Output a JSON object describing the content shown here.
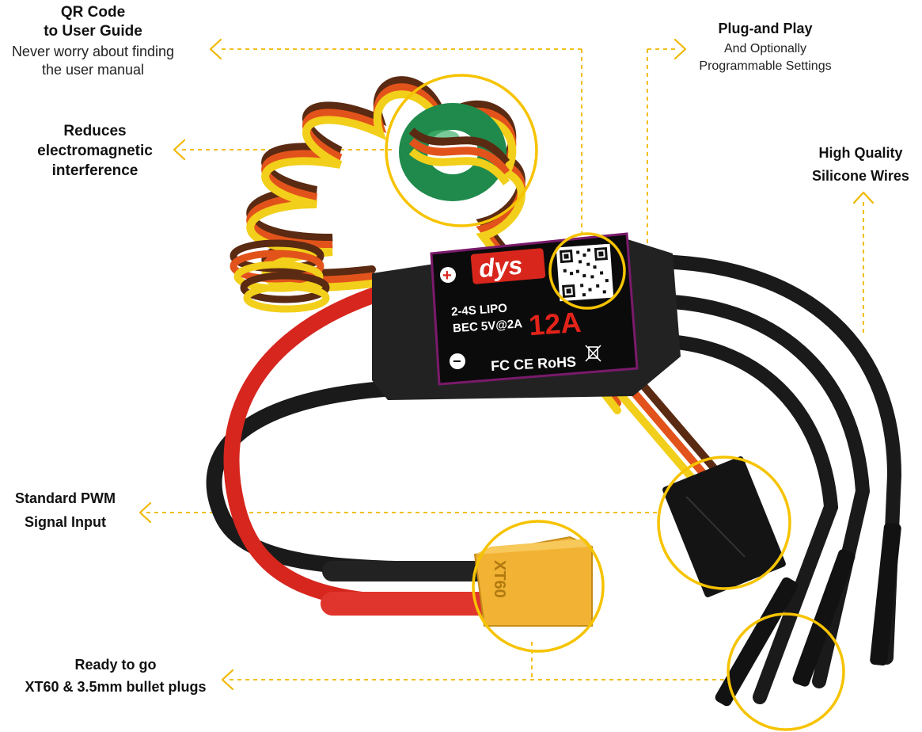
{
  "accent_color": "#f6c300",
  "callouts": {
    "qr_code": {
      "title_line1": "QR  Code",
      "title_line2": "to User Guide",
      "body_line1": "Never worry about finding",
      "body_line2": "the user manual"
    },
    "plug_and_play": {
      "title": "Plug-and Play",
      "body_line1": "And Optionally",
      "body_line2": "Programmable Settings"
    },
    "emi": {
      "line1": "Reduces",
      "line2": "electromagnetic",
      "line3": "interference"
    },
    "silicone": {
      "line1": "High Quality",
      "line2": "Silicone Wires"
    },
    "pwm": {
      "line1": "Standard PWM",
      "line2": "Signal Input"
    },
    "ready": {
      "line1": "Ready to go",
      "line2": "XT60 & 3.5mm bullet plugs"
    }
  },
  "esc_sticker": {
    "brand": "dys",
    "battery": "2-4S LIPO",
    "bec": "BEC 5V@2A",
    "current": "12A",
    "certifications": "FC CE RoHS",
    "plus": "+",
    "minus": "−"
  },
  "connector_marking": "XT60"
}
